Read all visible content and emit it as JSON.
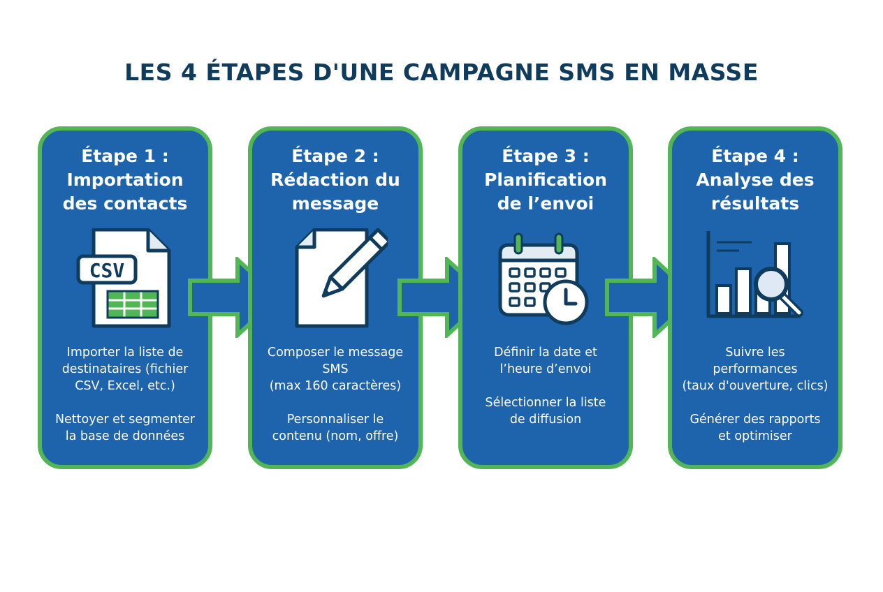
{
  "title": "LES 4 ÉTAPES D'UNE CAMPAGNE SMS EN MASSE",
  "colors": {
    "title": "#0f3b5c",
    "card_fill": "#1e64ad",
    "card_border": "#52b556",
    "arrow_fill": "#1e64ad",
    "arrow_border": "#52b556",
    "icon_outline": "#0f3b5c",
    "icon_green": "#52b556"
  },
  "steps": [
    {
      "heading": [
        "Étape 1 :",
        "Importation",
        "des contacts"
      ],
      "icon": "csv-file-icon",
      "icon_label": "CSV",
      "desc": [
        [
          "Importer la liste de",
          "destinataires (fichier",
          "CSV, Excel, etc.)"
        ],
        [
          "Nettoyer et segmenter",
          "la base de données"
        ]
      ]
    },
    {
      "heading": [
        "Étape 2 :",
        "Rédaction du",
        "message"
      ],
      "icon": "document-pencil-icon",
      "desc": [
        [
          "Composer le message",
          "SMS",
          "(max 160 caractères)"
        ],
        [
          "Personnaliser le",
          "contenu (nom, offre)"
        ]
      ]
    },
    {
      "heading": [
        "Étape 3 :",
        "Planification",
        "de l’envoi"
      ],
      "icon": "calendar-clock-icon",
      "desc": [
        [
          "Définir la date et",
          "l’heure d’envoi"
        ],
        [
          "Sélectionner la liste",
          "de diffusion"
        ]
      ]
    },
    {
      "heading": [
        "Étape 4 :",
        "Analyse des",
        "résultats"
      ],
      "icon": "bar-chart-magnifier-icon",
      "desc": [
        [
          "Suivre les",
          "performances",
          "(taux d'ouverture, clics)"
        ],
        [
          "Générer des rapports",
          "et optimiser"
        ]
      ]
    }
  ]
}
